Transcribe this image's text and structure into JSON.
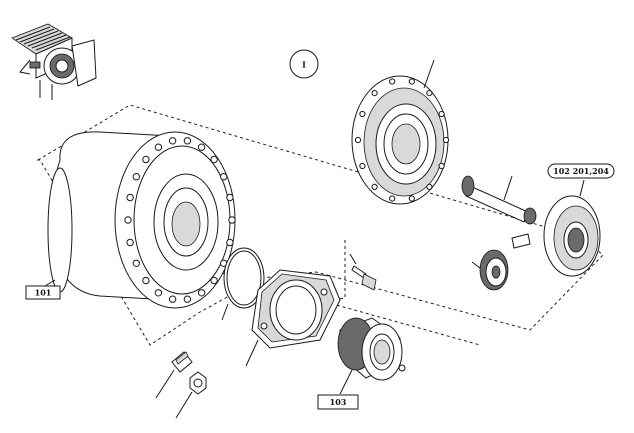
{
  "diagram": {
    "sheet_marker": "I",
    "callouts": [
      {
        "id": "101",
        "text": "101"
      },
      {
        "id": "102",
        "text": "102 201,204"
      },
      {
        "id": "103",
        "text": "103"
      }
    ]
  }
}
